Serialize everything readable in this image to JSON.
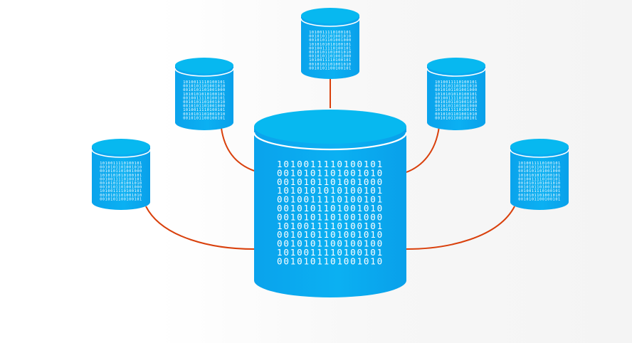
{
  "colors": {
    "cylinder_top": "#07b8f0",
    "cylinder_body": "#0aa9f0",
    "cylinder_body_dark": "#0b9de6",
    "rim": "#ffffff",
    "connector": "#d9400c",
    "digits": "#ffffff"
  },
  "central_database": {
    "binary_lines": [
      "1010011110100101",
      "0010101101001010",
      "0010101101001000",
      "1010101010100101",
      "0010011110100101",
      "0010101101001010",
      "0010101101001000",
      "1010011110100101",
      "0010101101001010",
      "0010101100100100",
      "1010011110100101",
      "0010101101001010"
    ]
  },
  "satellite_databases": [
    {
      "id": "left-far",
      "binary_lines": [
        "1010011110100101",
        "0010101101001010",
        "0010101101001000",
        "1010101010100101",
        "0010011110100101",
        "0010101101001010",
        "0010101101001000",
        "1010011110100101",
        "0010101101001010",
        "0010101100100101"
      ]
    },
    {
      "id": "left-near",
      "binary_lines": [
        "1010011110100101",
        "0010101101001010",
        "0010101101001000",
        "1010101010100101",
        "0010011110100101",
        "0010101101001010",
        "0010101101001000",
        "1010011110100101",
        "0010101101001010",
        "0010101100100101"
      ]
    },
    {
      "id": "top",
      "binary_lines": [
        "1010011110100101",
        "0010101101001010",
        "0010101101001000",
        "1010101010100101",
        "0010011110100101",
        "0010101101001010",
        "0010101101001000",
        "1010011110100101",
        "0010101101001010",
        "0010101100100101"
      ]
    },
    {
      "id": "right-near",
      "binary_lines": [
        "1010011110100101",
        "0010101101001010",
        "0010101101001000",
        "1010101010100101",
        "0010011110100101",
        "0010101101001010",
        "0010101101001000",
        "1010011110100101",
        "0010101101001010",
        "0010101100100101"
      ]
    },
    {
      "id": "right-far",
      "binary_lines": [
        "1010011110100101",
        "0010101101001010",
        "0010101101001000",
        "1010101010100101",
        "0010011110100101",
        "0010101101001010",
        "0010101101001000",
        "1010011110100101",
        "0010101101001010",
        "0010101100100101"
      ]
    }
  ]
}
